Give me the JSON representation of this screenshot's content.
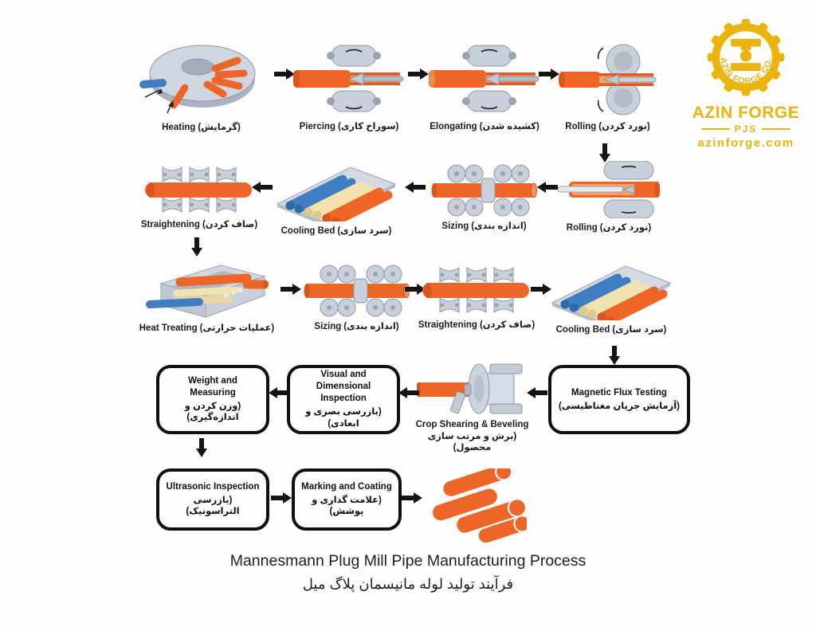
{
  "logo": {
    "arc_text": "AZIN FORGE CO.",
    "company": "AZIN FORGE",
    "suffix": "PJS",
    "website": "azinforge.com",
    "gold": "#EBB30D"
  },
  "footer": {
    "title_en": "Mannesmann Plug Mill Pipe Manufacturing Process",
    "title_fa": "فرآیند تولید لوله مانیسمان پلاگ میل"
  },
  "palette": {
    "pipe_orange": "#ED6527",
    "pipe_orange_dark": "#D9571C",
    "steel_grey": "#C9D0DB",
    "billet_blue": "#3F7EC2",
    "cooled_cream": "#F2E2AE",
    "arrow_black": "#141414"
  },
  "steps": {
    "heating": {
      "en": "Heating",
      "fa": "(گرمایش)",
      "illustration": "rotary-hearth-furnace"
    },
    "piercing": {
      "en": "Piercing",
      "fa": "(سوراخ کاری)",
      "illustration": "piercing-mill-rolls"
    },
    "elongating": {
      "en": "Elongating",
      "fa": "(کشیده شدن)",
      "illustration": "elongating-mill-rolls"
    },
    "rolling1": {
      "en": "Rolling",
      "fa": "(نورد کردن)",
      "illustration": "plug-mill-round-rolls"
    },
    "rolling2": {
      "en": "Rolling",
      "fa": "(نورد کردن)",
      "illustration": "reeling-mill-rolls"
    },
    "sizing1": {
      "en": "Sizing",
      "fa": "(اندازه بندی)",
      "illustration": "sizing-roller-stands"
    },
    "coolingbed1": {
      "en": "Cooling Bed",
      "fa": "(سرد سازی)",
      "illustration": "cooling-bed-pipes"
    },
    "straightening1": {
      "en": "Straightening",
      "fa": "(صاف کردن)",
      "illustration": "straightening-rolls"
    },
    "heattreating": {
      "en": "Heat Treating",
      "fa": "(عملیات حرارتی)",
      "illustration": "heat-treating-furnace"
    },
    "sizing2": {
      "en": "Sizing",
      "fa": "(اندازه بندی)",
      "illustration": "sizing-roller-stands"
    },
    "straightening2": {
      "en": "Straightening",
      "fa": "(صاف کردن)",
      "illustration": "straightening-rolls"
    },
    "coolingbed2": {
      "en": "Cooling Bed",
      "fa": "(سرد سازی)",
      "illustration": "cooling-bed-pipes"
    },
    "cropshearing": {
      "en": "Crop Shearing & Beveling",
      "fa": "(برش و مرتب سازی محصول)",
      "illustration": "crop-shearing-saw"
    },
    "finishedpipes": {
      "illustration": "finished-pipes-bundle"
    }
  },
  "boxes": {
    "weight": {
      "en": "Weight and Measuring",
      "fa": "(وزن کردن و اندازه‌گیری)"
    },
    "visual": {
      "en": "Visual and Dimensional Inspection",
      "fa": "(بازرسی بصری و ابعادی)"
    },
    "magnetic": {
      "en": "Magnetic Flux Testing",
      "fa": "(آزمایش جریان مغناطیسی)"
    },
    "ultrasonic": {
      "en": "Ultrasonic Inspection",
      "fa": "(بازرسی التراسونیک)"
    },
    "marking": {
      "en": "Marking and Coating",
      "fa": "(علامت گذاری و پوشش)"
    }
  }
}
